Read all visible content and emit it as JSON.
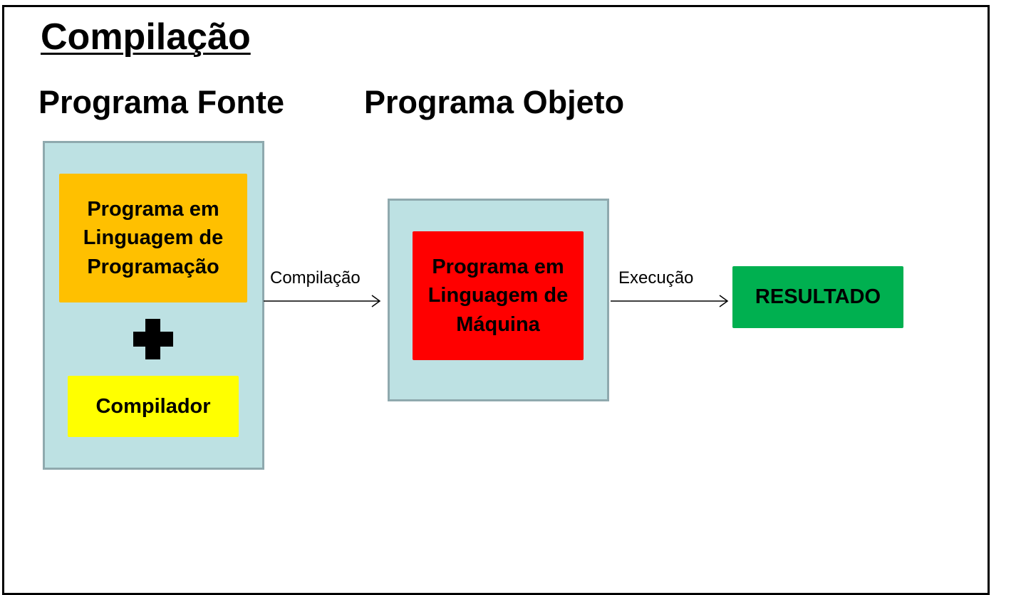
{
  "title": "Compilação",
  "headings": {
    "source": "Programa Fonte",
    "object": "Programa Objeto"
  },
  "source_panel": {
    "program_box": "Programa em Linguagem de Programação",
    "compiler_box": "Compilador",
    "plus_icon": "plus-icon"
  },
  "object_panel": {
    "machine_box": "Programa em Linguagem de Máquina"
  },
  "result_box": "RESULTADO",
  "edges": [
    {
      "from": "source-panel",
      "to": "object-panel",
      "label": "Compilação"
    },
    {
      "from": "object-panel",
      "to": "result-box",
      "label": "Execução"
    }
  ],
  "colors": {
    "panel_fill": "#bde1e3",
    "panel_border": "#8fa9ae",
    "program_box": "#ffc000",
    "compiler_box": "#ffff00",
    "machine_box": "#ff0000",
    "result_box": "#00b050"
  }
}
